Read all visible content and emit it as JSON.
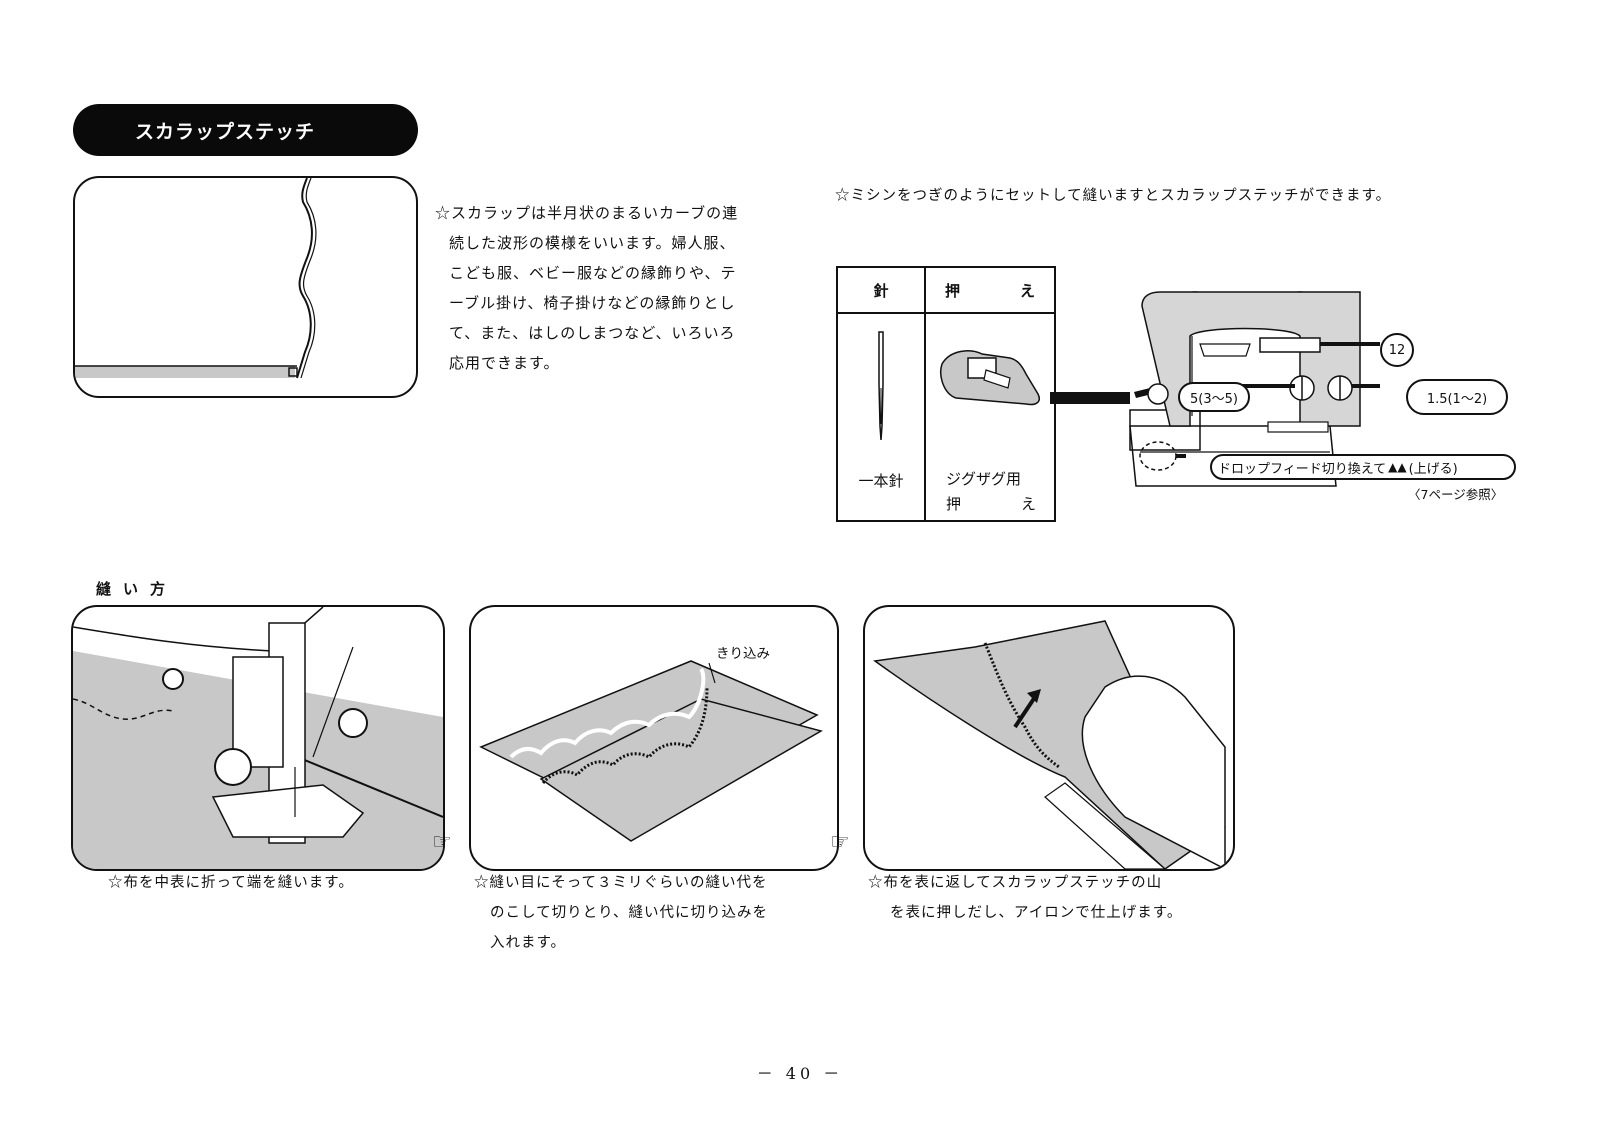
{
  "heading": "スカラップステッチ",
  "intro": {
    "lines": [
      "☆スカラップは半月状のまるいカーブの連",
      "続した波形の模様をいいます。婦人服、",
      "こども服、ベビー服などの縁飾りや、テ",
      "ーブル掛け、椅子掛けなどの縁飾りとし",
      "て、また、はしのしまつなど、いろいろ",
      "応用できます。"
    ]
  },
  "setup_note": "☆ミシンをつぎのようにセットして縫いますとスカラップステッチができます。",
  "spec_table": {
    "needle_header": "針",
    "foot_header_1": "押",
    "foot_header_2": "え",
    "needle_value": "一本針",
    "foot_value_1": "ジグザグ用",
    "foot_value_2_a": "押",
    "foot_value_2_b": "え"
  },
  "machine_settings": {
    "pattern": "12",
    "width": "5(3～5)",
    "length": "1.5(1～2)",
    "drop_feed": "ドロップフィード切り換えて",
    "drop_feed_suffix": "(上げる)",
    "page_ref": "〈7ページ参照〉"
  },
  "section_label": "縫い方",
  "steps": [
    {
      "caption": [
        "☆布を中表に折って端を縫います。"
      ]
    },
    {
      "label": "きり込み",
      "caption": [
        "☆縫い目にそって３ミリぐらいの縫い代を",
        "のこして切りとり、縫い代に切り込みを",
        "入れます。"
      ]
    },
    {
      "caption": [
        "☆布を表に返してスカラップステッチの山",
        "を表に押しだし、アイロンで仕上げます。"
      ]
    }
  ],
  "page_number": "－ 40 －",
  "colors": {
    "fabric_gray": "#c8c8c8",
    "ink": "#111111"
  }
}
